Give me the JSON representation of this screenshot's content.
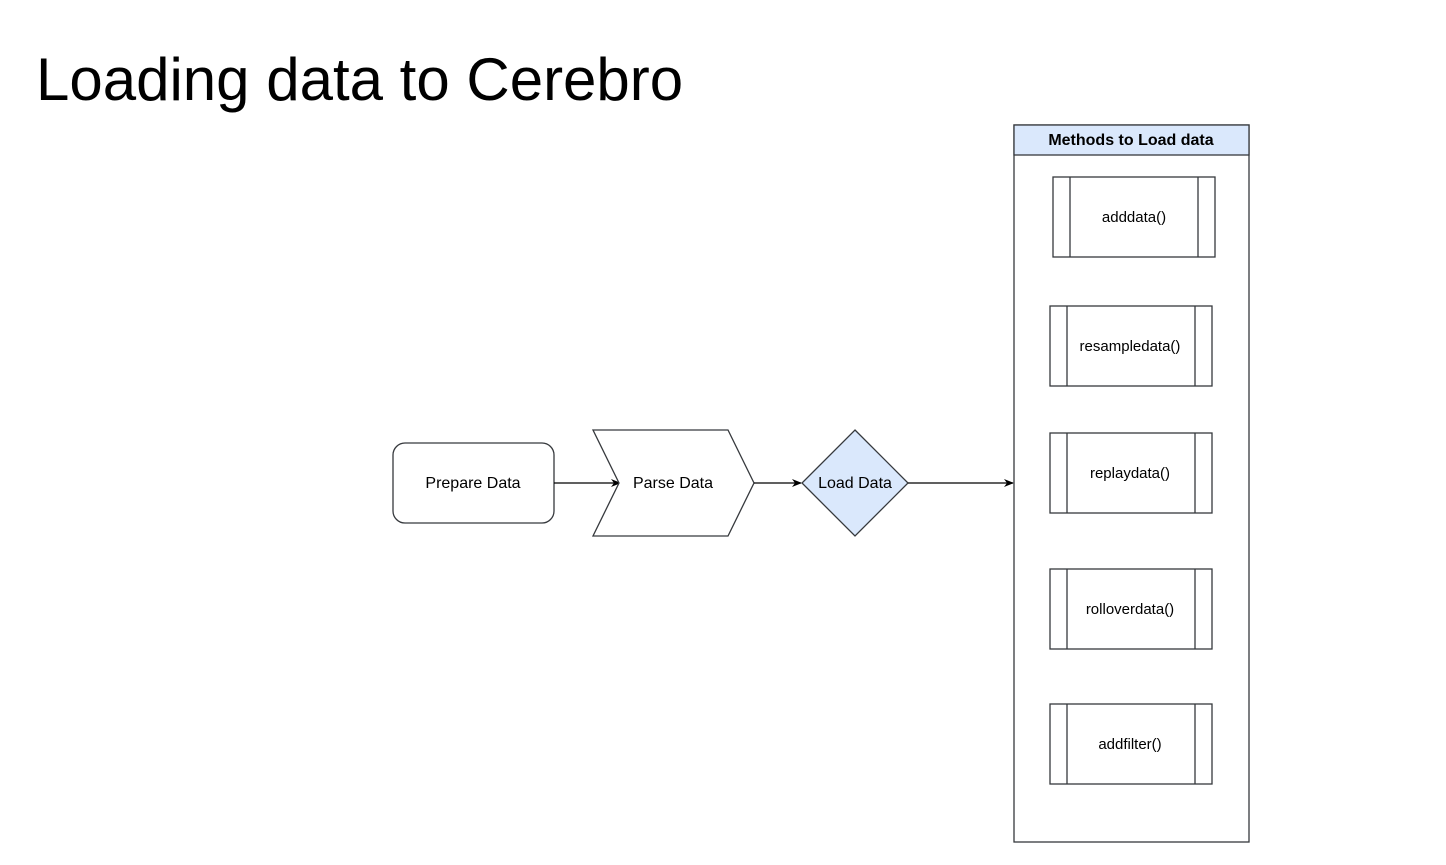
{
  "title": "Loading data to Cerebro",
  "flow": {
    "prepare": "Prepare Data",
    "parse": "Parse Data",
    "load": "Load Data"
  },
  "methods_panel": {
    "header": "Methods to Load data",
    "header_fill": "#dae8fc",
    "items": [
      "adddata()",
      "resampledata()",
      "replaydata()",
      "rolloverdata()",
      "addfilter()"
    ]
  },
  "colors": {
    "stroke": "#36393d",
    "load_fill": "#dae8fc",
    "text": "#000000"
  }
}
